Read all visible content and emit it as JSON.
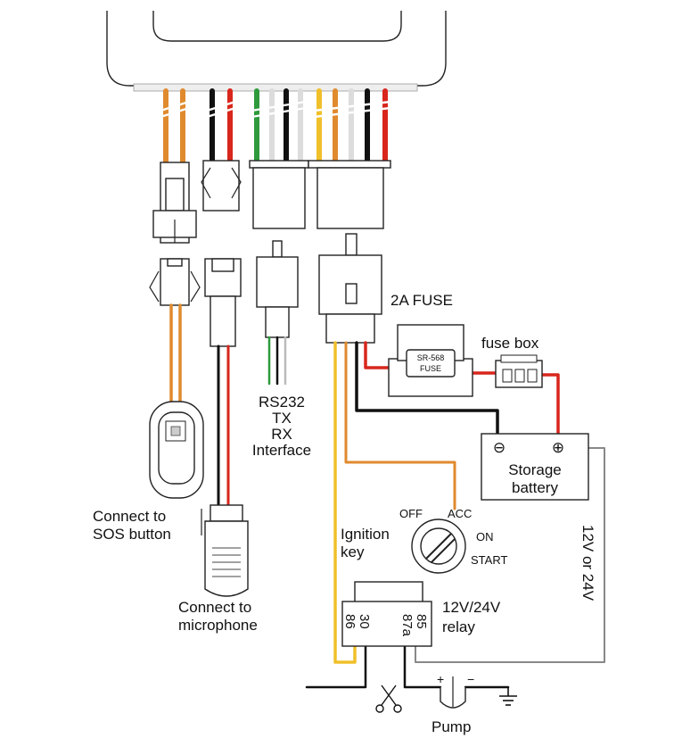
{
  "labels": {
    "fuse_2a": "2A FUSE",
    "fuse_chip_top": "SR-568",
    "fuse_chip_bottom": "FUSE",
    "fuse_box": "fuse box",
    "rs232_line1": "RS232",
    "rs232_line2": "TX",
    "rs232_line3": "RX",
    "rs232_line4": "Interface",
    "battery_line1": "Storage",
    "battery_line2": "battery",
    "battery_minus": "⊖",
    "battery_plus": "⊕",
    "sos_line1": "Connect to",
    "sos_line2": "SOS button",
    "ignition_line1": "Ignition",
    "ignition_line2": "key",
    "key_off": "OFF",
    "key_acc": "ACC",
    "key_on": "ON",
    "key_start": "START",
    "voltage_vertical": "12V or 24V",
    "mic_line1": "Connect to",
    "mic_line2": "microphone",
    "relay_line1": "12V/24V",
    "relay_line2": "relay",
    "relay_pin_30": "30",
    "relay_pin_86": "86",
    "relay_pin_85": "85",
    "relay_pin_87a": "87a",
    "pump_plus": "+",
    "pump_minus": "−",
    "pump": "Pump"
  },
  "colors": {
    "orange": "#e08a2e",
    "black": "#111111",
    "red": "#d8261c",
    "green": "#2e9a3c",
    "white": "#e6e6e6",
    "yellow": "#f0c02a",
    "gray": "#888888"
  }
}
